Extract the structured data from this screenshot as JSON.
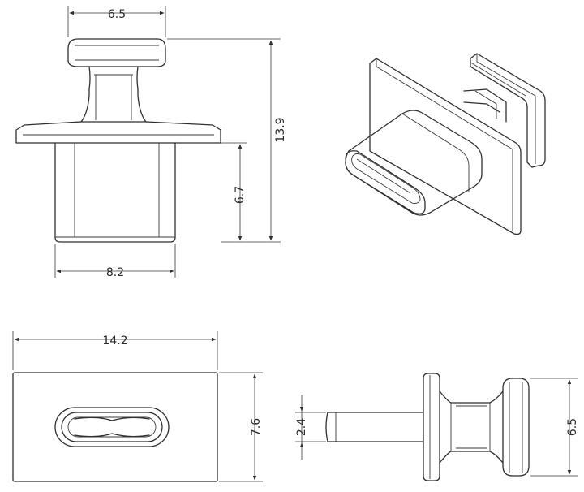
{
  "dimensions": {
    "top_width": "6.5",
    "total_height": "13.9",
    "body_height": "6.7",
    "body_width": "8.2",
    "flange_width": "14.2",
    "flange_height": "7.6",
    "plug_height": "2.4",
    "cap_height": "6.5"
  },
  "colors": {
    "line": "#2f2f2f",
    "background": "#ffffff"
  }
}
